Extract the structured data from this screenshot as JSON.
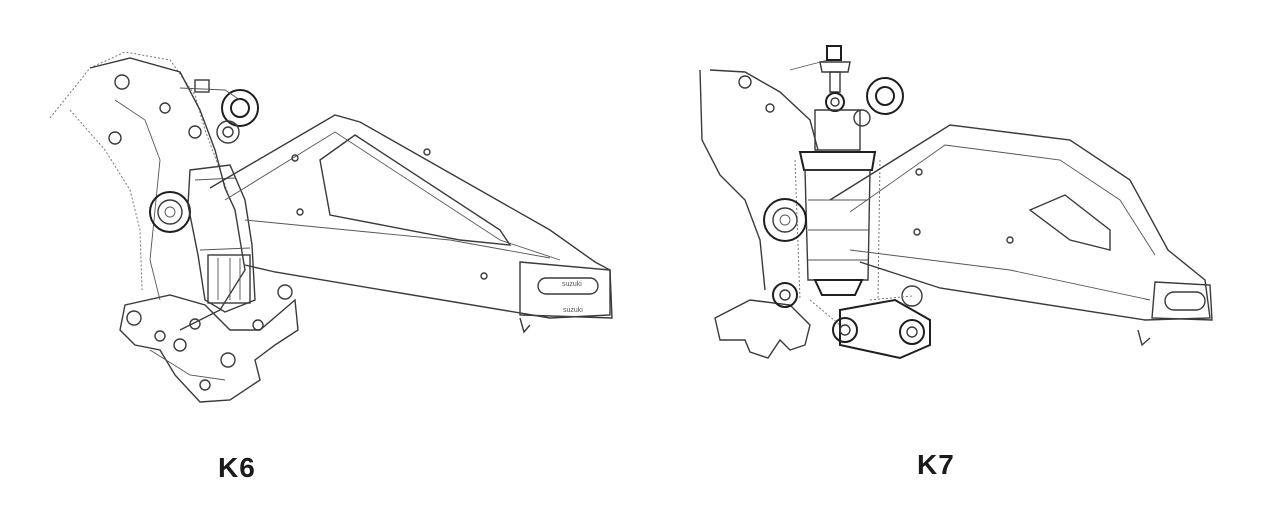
{
  "figures": [
    {
      "id": "k6",
      "label": "K6",
      "stamps": [
        "suzuki",
        "suzuki"
      ]
    },
    {
      "id": "k7",
      "label": "K7"
    }
  ]
}
